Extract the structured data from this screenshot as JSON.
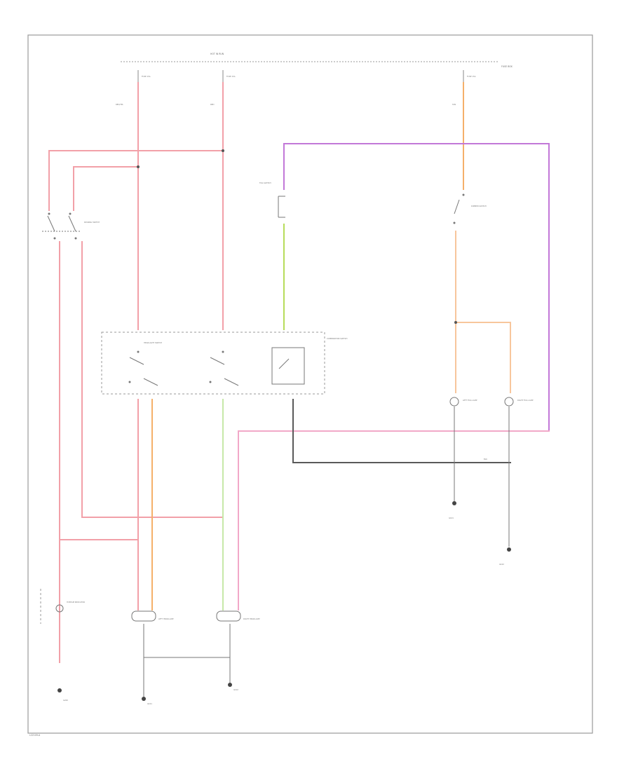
{
  "colors": {
    "red": "#f2a0a8",
    "orange": "#f5b06a",
    "light_green": "#c6e8a8",
    "lime": "#b7dc5a",
    "pink": "#f2a8c8",
    "violet": "#c278d8",
    "peach": "#f7c69c",
    "black": "#5a5a5a",
    "gray": "#9a9a9a"
  },
  "labels": {
    "hot_in_run": "HOT IN RUN",
    "fuse_a": "FUSE 15A",
    "fuse_b": "FUSE 15A",
    "fuse_c": "FUSE 15A",
    "fuse_box": "FUSE BOX",
    "wire_red_a": "RED/YEL",
    "wire_red_b": "RED",
    "wire_red_c": "RED",
    "wire_tan": "TAN",
    "passing_switch": "PASSING SWITCH",
    "dimmer_switch": "DIMMER SWITCH",
    "headlight_switch": "HEADLIGHT SWITCH",
    "combination_switch": "COMBINATION SWITCH",
    "fog_switch": "FOG SWITCH",
    "left_headlamp": "LEFT HEADLAMP",
    "right_headlamp": "RIGHT HEADLAMP",
    "left_fog_lamp": "LEFT FOG LAMP",
    "right_fog_lamp": "RIGHT FOG LAMP",
    "indicator": "HI BEAM INDICATOR",
    "ground_left": "G101",
    "ground_right": "G102",
    "ground_lf": "G101",
    "ground_rf": "G102",
    "ground_ind": "G200",
    "wire_blk": "BLK",
    "footer": "L22109-A"
  }
}
